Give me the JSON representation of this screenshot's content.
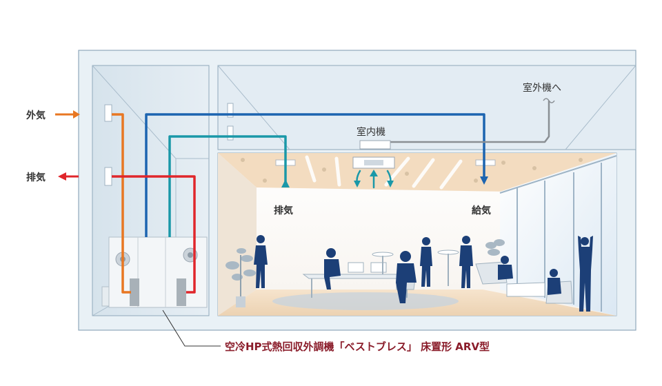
{
  "labels": {
    "outside_air": "外気",
    "exhaust_outer": "排気",
    "outdoor_unit_to": "室外機へ",
    "indoor_unit": "室内機",
    "exhaust_inner": "排気",
    "supply_air": "給気"
  },
  "caption": "空冷HP式熱回収外調機「ベストブレス」 床置形 ARV型",
  "colors": {
    "outside_air_duct": "#e87722",
    "exhaust_duct": "#e0262b",
    "supply_duct": "#1c64b0",
    "return_duct": "#1a98a8",
    "refrigerant_line": "#8a8f94",
    "people": "#1c3f77",
    "caption_text": "#8a1c2a",
    "wall_fill": "#dfe9f0",
    "office_ceiling": "#f3dcc0"
  },
  "icons": [
    "outside-air-arrow-icon",
    "exhaust-arrow-icon",
    "ceiling-cassette-icon",
    "people-silhouettes"
  ]
}
